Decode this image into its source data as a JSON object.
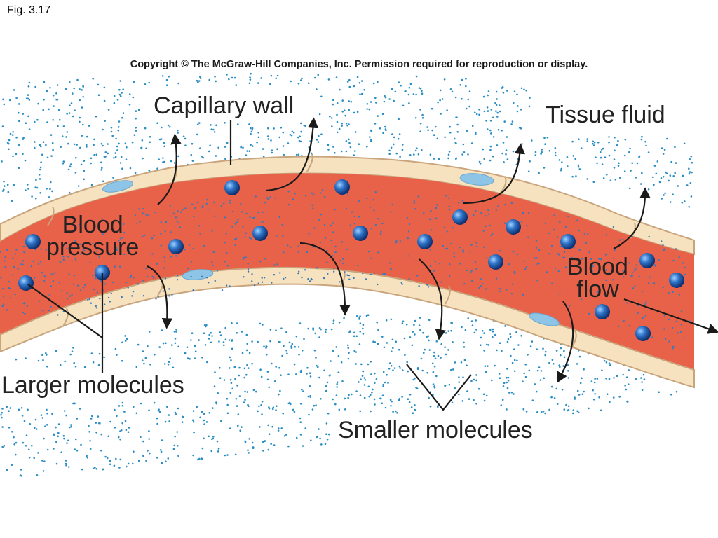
{
  "figure": {
    "fig_number": "Fig. 3.17",
    "copyright": "Copyright © The McGraw-Hill Companies, Inc. Permission required for reproduction or display."
  },
  "labels": {
    "capillary_wall": "Capillary wall",
    "tissue_fluid": "Tissue fluid",
    "blood_pressure_line1": "Blood",
    "blood_pressure_line2": "pressure",
    "blood_flow_line1": "Blood",
    "blood_flow_line2": "flow",
    "larger_molecules": "Larger molecules",
    "smaller_molecules": "Smaller molecules"
  },
  "colors": {
    "blood": "#e8624a",
    "wall": "#f6e2bf",
    "wall_outline": "#c9a57e",
    "nucleus": "#8ec4e6",
    "small_molecule": "#2a8ec4",
    "large_molecule": "#1f5fae",
    "arrow": "#1a1a1a"
  }
}
